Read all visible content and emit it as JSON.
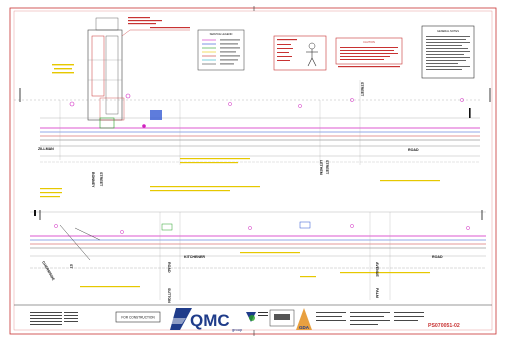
{
  "drawing": {
    "legend_title": "SERVICE LEGEND",
    "warning_box_title": "CAUTION",
    "notes_title": "GENERAL NOTES",
    "roads": {
      "top_left": "ZILLMAN",
      "top_right": "ROAD",
      "street_lethem": "LETHEM",
      "street_lethem_2": "STREET",
      "road_kitchener": "KITCHENER",
      "road_kitchener_2": "ROAD",
      "street_bonney": "BONNEY",
      "street_bonney_2": "STREET",
      "road_sutton": "SUTTON",
      "road_sutton_2": "ROAD",
      "ave_palm": "PALM",
      "ave_palm_2": "AVENUE",
      "st_tv": "ST",
      "road_chermside": "CHERMSIDE"
    },
    "title_block": {
      "stamp": "FOR CONSTRUCTION",
      "logo_main": "QMC",
      "logo_sub": "group",
      "gda": "GDA",
      "drawing_number": "PS070051-02"
    },
    "colors": {
      "border": "#c83232",
      "magenta": "#d020c0",
      "blue": "#2850d0",
      "yellow": "#e6c800",
      "green": "#28a028",
      "cyan": "#20b0c8",
      "qmc_blue": "#1f3c8a"
    }
  }
}
